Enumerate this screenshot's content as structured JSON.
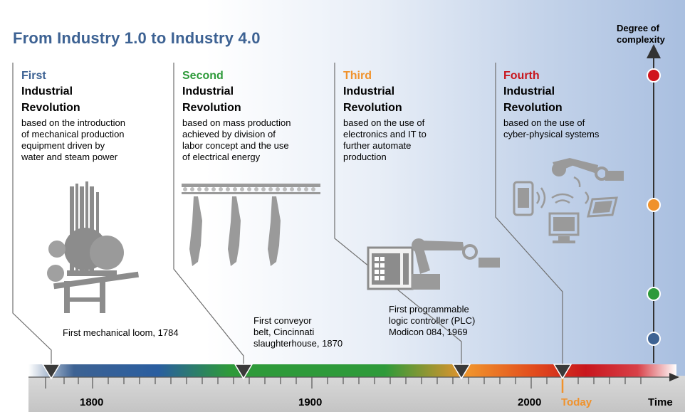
{
  "title": "From Industry 1.0 to Industry 4.0",
  "complexity_label": [
    "Degree of",
    "complexity"
  ],
  "revolutions": [
    {
      "ordinal": "First",
      "line2": "Industrial",
      "line3": "Revolution",
      "color": "#3d6293",
      "desc": [
        "based on the introduction",
        "of  mechanical production",
        "equipment driven by",
        "water and steam power"
      ]
    },
    {
      "ordinal": "Second",
      "line2": "Industrial",
      "line3": "Revolution",
      "color": "#2e9a3a",
      "desc": [
        "based on mass production",
        "achieved by division of",
        "labor concept and the use",
        "of electrical energy"
      ]
    },
    {
      "ordinal": "Third",
      "line2": "Industrial",
      "line3": "Revolution",
      "color": "#f0922c",
      "desc": [
        "based on the use of",
        "electronics and IT to",
        "further automate",
        "production"
      ]
    },
    {
      "ordinal": "Fourth",
      "line2": "Industrial",
      "line3": "Revolution",
      "color": "#c8161d",
      "desc": [
        "based on the use of",
        "cyber-physical systems"
      ]
    }
  ],
  "milestones": [
    {
      "lines": [
        "First mechanical loom, 1784"
      ]
    },
    {
      "lines": [
        "First conveyor",
        "belt, Cincinnati",
        "slaughterhouse, 1870"
      ]
    },
    {
      "lines": [
        "First programmable",
        "logic controller (PLC)",
        "Modicon 084, 1969"
      ]
    }
  ],
  "axis": {
    "years": [
      "1800",
      "1900",
      "2000"
    ],
    "today_label": "Today",
    "time_label": "Time",
    "today_color": "#f0922c"
  },
  "complexity_dots": [
    {
      "level": "fourth",
      "color": "#d0141c"
    },
    {
      "level": "third",
      "color": "#f0922c"
    },
    {
      "level": "second",
      "color": "#2e9a3a"
    },
    {
      "level": "first",
      "color": "#3d6293"
    }
  ]
}
